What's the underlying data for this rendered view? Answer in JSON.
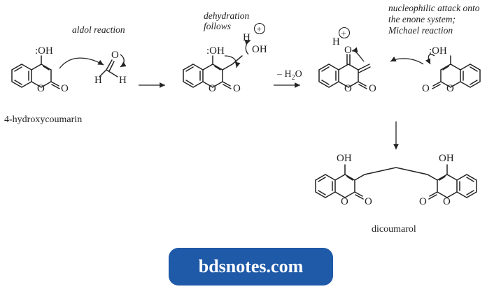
{
  "captions": {
    "aldol": "aldol reaction",
    "dehydration_1": "dehydration",
    "dehydration_2": "follows",
    "nucleophilic_1": "nucleophilic attack onto",
    "nucleophilic_2": "the enone system;",
    "nucleophilic_3": "Michael reaction",
    "water_loss": "– H",
    "water_sub": "2",
    "water_o": "O",
    "reactant_name": "4-hydroxycoumarin",
    "product_name": "dicoumarol"
  },
  "atoms": {
    "oh_lonepair": ":OH",
    "oh": "OH",
    "o": "O",
    "h": "H",
    "plus": "+"
  },
  "brand": {
    "label": "bdsnotes.com",
    "color": "#1f5aa8"
  }
}
